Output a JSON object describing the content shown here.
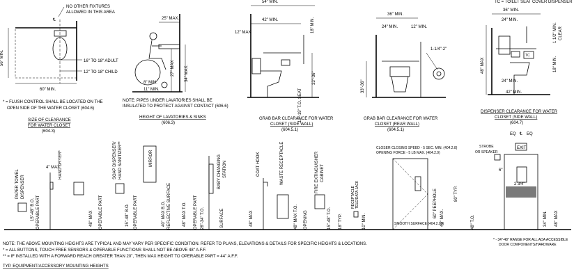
{
  "clearance": {
    "no_other": "NO OTHER FIXTURES",
    "allowed": "ALLOWED IN THIS AREA",
    "cl": "℄",
    "dim_56": "56\" MIN.",
    "dim_60": "60\" MIN.",
    "adult": "16\" TO 18\" ADULT",
    "child": "12\" TO 18\" CHILD",
    "note1": "* = FLUSH CONTROL SHALL BE LOCATED ON THE",
    "note2": "OPEN SIDE OF THE WATER CLOSET (604.6)",
    "title1": "SIZE OF CLEARANCE",
    "title2": "FOR WATER CLOSET",
    "ref": "(604.3)"
  },
  "lavatory": {
    "dim_25": "25\" MAX.",
    "dim_27": "27\" MAX",
    "dim_34": "34\" MAX.",
    "dim_8": "8\" MIN.",
    "dim_11": "11\" MIN.",
    "note1": "NOTE: PIPES UNDER LAVATORIES SHALL BE",
    "note2": "INSULATED TO PROTECT AGAINST CONTACT (606.6)",
    "title": "HEIGHT OF LAVATORIES & SINKS",
    "ref": "(606.3)"
  },
  "side_wall": {
    "dim_54": "54\" MIN.",
    "dim_42": "42\" MIN.",
    "dim_12": "12\" MAX",
    "dim_18": "18\" MIN.",
    "dim_3339": "33\"-36\"",
    "dim_1719": "17\"-19\" T.O. SEAT",
    "title1": "GRAB BAR CLEARANCE FOR WATER",
    "title2": "CLOSET (SIDE WALL)",
    "ref": "(604.5.1)"
  },
  "rear_wall": {
    "dim_36": "36\" MIN.",
    "dim_24": "24\" MIN.",
    "dim_12": "12\" MIN.",
    "dim_dia": "1-1/4\"-2\"",
    "dim_3336": "33\"-36\"",
    "title1": "GRAB BAR CLEARANCE FOR WATER",
    "title2": "CLOSET (REAR WALL)",
    "ref": "(604.5.1)"
  },
  "dispenser": {
    "legend": "TC = TOILET SEAT COVER DISPENSER",
    "dim_36": "36\" MIN.",
    "dim_24": "24\" MIN.",
    "dim_48": "48\" MAX",
    "dim_112": "1 1/2\" MIN.",
    "clear": "CLEAR",
    "dim_18": "18\" MIN.",
    "dim_24b": "24\" MIN.",
    "dim_42": "42\" MIN.",
    "title1": "DISPENSER CLEARANCE FOR WATER",
    "title2": "CLOSET (SIDE WALL)",
    "ref": "(604.7)"
  },
  "accessories": {
    "paper_towel": "PAPER TOWEL",
    "dispenser": "DISPENSER",
    "b_o_1": "15\"-48\" B.O.",
    "operable_1": "OPERABLE PART",
    "max4": "4\" MAX",
    "hand_dryer": "HAND DRYER*",
    "max48_1": "48\" MAX",
    "operable_2": "OPERABLE PART",
    "soap": "SOAP DISPENSER/",
    "sanitizer": "HAND SANITIZER**",
    "b_o_2": "15\"-48\" B.O.",
    "operable_3": "OPERABLE PART",
    "mirror": "MIRROR",
    "max40": "40\" MAX B.O.",
    "reflective": "REFLECTIVE SURFACE",
    "max48_2": "48\" MAX T.O.",
    "operable_4": "OPERABLE PART",
    "to_2834": "28\"-34\" T.O.",
    "surface": "SURFACE",
    "baby1": "BABY CHANGING",
    "baby2": "STATION",
    "coat_hook": "COAT HOOK",
    "max48_3": "48\" MAX",
    "waste": "WASTE RECEPTACLE",
    "max48_4": "48\" MAX T.O.",
    "opening": "OPENING",
    "fire1": "FIRE EXTINGUISHER",
    "fire2": "CABINET",
    "to_1548": "15\"-48\" T.O.",
    "typ18": "18\" TYP.",
    "receptacle": "RECEPTACLE",
    "tele": "TELE/DATA JACK",
    "min10": "10\" MIN.",
    "closing1": "CLOSER CLOSING SPEED - 5 SEC. MIN. (404.2.8)",
    "closing2": "OPENING FORCE - 5 LB MAX. (404.2.9)",
    "peephole": "60\" PEEPHOLE",
    "max43": "43\" MAX.",
    "typ80": "80\" TYP.",
    "smooth": "SMOOTH SURFACE (404.2.10)",
    "strobe1": "STROBE",
    "strobe2": "OR SPEAKER",
    "exit": "EXIT",
    "eq": "EQ",
    "cl": "℄",
    "dim_6": "6\"",
    "dim_234": "2 3/4\"",
    "to_48": "48\" T.O.",
    "max34": "34\" MIN.",
    "max48_5": "48\" MAX",
    "range1": "* - 34\"-48\" RANGE FOR ALL ADA ACCESSIBLE",
    "range2": "DOOR COMPONENTS/HARDWARE"
  },
  "notes": {
    "n1": "NOTE: THE ABOVE MOUNTING HEIGHTS ARE TYPICAL AND MAY VARY PER SPECIFIC CONDITION.  REFER TO PLANS, ELEVATIONS & DETAILS FOR SPECIFIC HEIGHTS & LOCATIONS.",
    "n2": "* = ALL BUTTONS, TOUCH FREE SENSORS & OPERABLE FUNCTIONS SHALL NOT BE ABOVE 48\" A.F.F.",
    "n3": "** = IF INSTALLED WITH A FORWARD REACH GREATER THAN 20\", THEN MAX HEIGHT TO OPERABLE PART = 44\" A.F.F.",
    "title": "TYP. EQUIPMENT/ACCESSORY MOUNTING HEIGHTS"
  }
}
